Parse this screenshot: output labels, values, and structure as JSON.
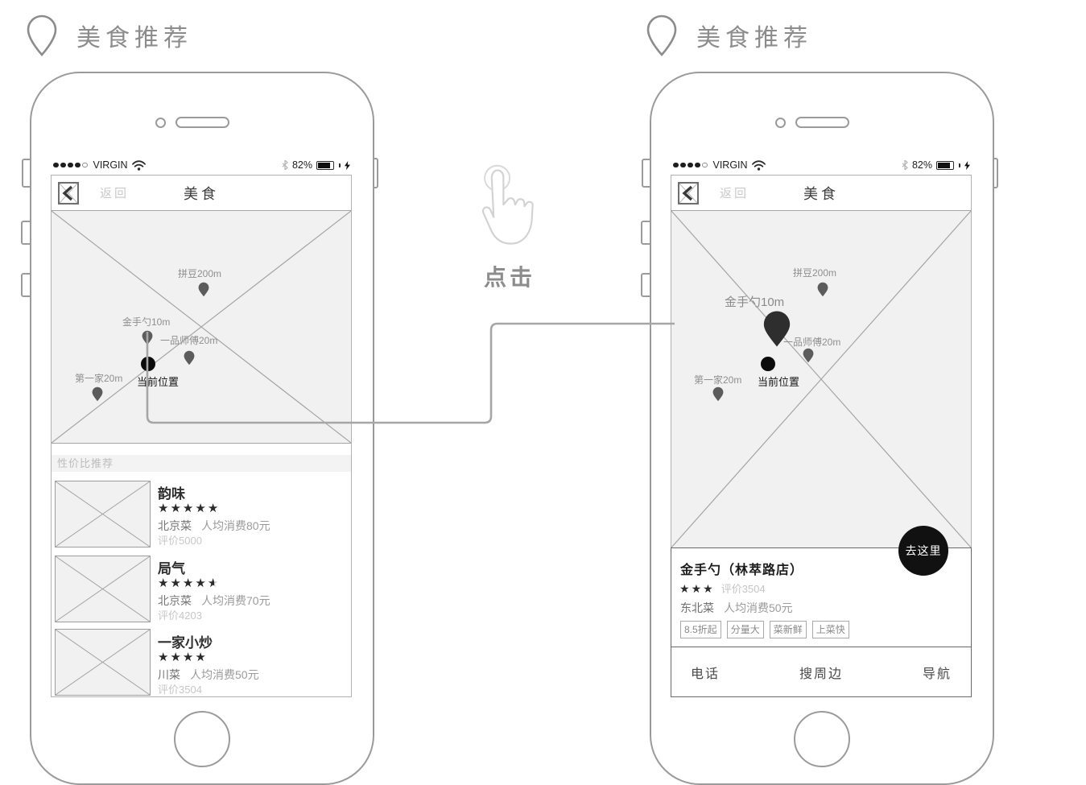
{
  "headers": {
    "left_title": "美食推荐",
    "right_title": "美食推荐"
  },
  "gesture": {
    "label": "点击"
  },
  "phone_left": {
    "status": {
      "carrier": "VIRGIN",
      "battery": "82%"
    },
    "nav": {
      "back": "返回",
      "title": "美食"
    },
    "map": {
      "pins": [
        {
          "label": "拼豆200m"
        },
        {
          "label": "金手勺10m"
        },
        {
          "label": "一品师傅20m"
        },
        {
          "label": "第一家20m"
        }
      ],
      "current_location": "当前位置"
    },
    "section_title": "性价比推荐",
    "items": [
      {
        "name": "韵味",
        "rating": 5,
        "cuisine": "北京菜",
        "price": "人均消费80元",
        "reviews": "评价5000"
      },
      {
        "name": "局气",
        "rating": 4.5,
        "cuisine": "北京菜",
        "price": "人均消费70元",
        "reviews": "评价4203"
      },
      {
        "name": "一家小炒",
        "rating": 4,
        "cuisine": "川菜",
        "price": "人均消费50元",
        "reviews": "评价3504"
      }
    ]
  },
  "phone_right": {
    "status": {
      "carrier": "VIRGIN",
      "battery": "82%"
    },
    "nav": {
      "back": "返回",
      "title": "美食"
    },
    "map": {
      "pins": [
        {
          "label": "拼豆200m"
        },
        {
          "label": "金手勺10m",
          "selected": true
        },
        {
          "label": "一品师傅20m"
        },
        {
          "label": "第一家20m"
        }
      ],
      "current_location": "当前位置"
    },
    "detail": {
      "go_here": "去这里",
      "name": "金手勺（林萃路店）",
      "rating": 3,
      "reviews": "评价3504",
      "cuisine": "东北菜",
      "price": "人均消费50元",
      "tags": [
        "8.5折起",
        "分量大",
        "菜新鲜",
        "上菜快"
      ],
      "actions": [
        "电话",
        "搜周边",
        "导航"
      ]
    }
  },
  "colors": {
    "frame": "#9b9b9b",
    "map_fill": "#f1f1f1",
    "pin": "#5c5c5c",
    "selected_pin": "#2e2e2e",
    "current_dot": "#0c0c0c",
    "go_button_bg": "#111111",
    "muted_text": "#c9c9c9"
  }
}
